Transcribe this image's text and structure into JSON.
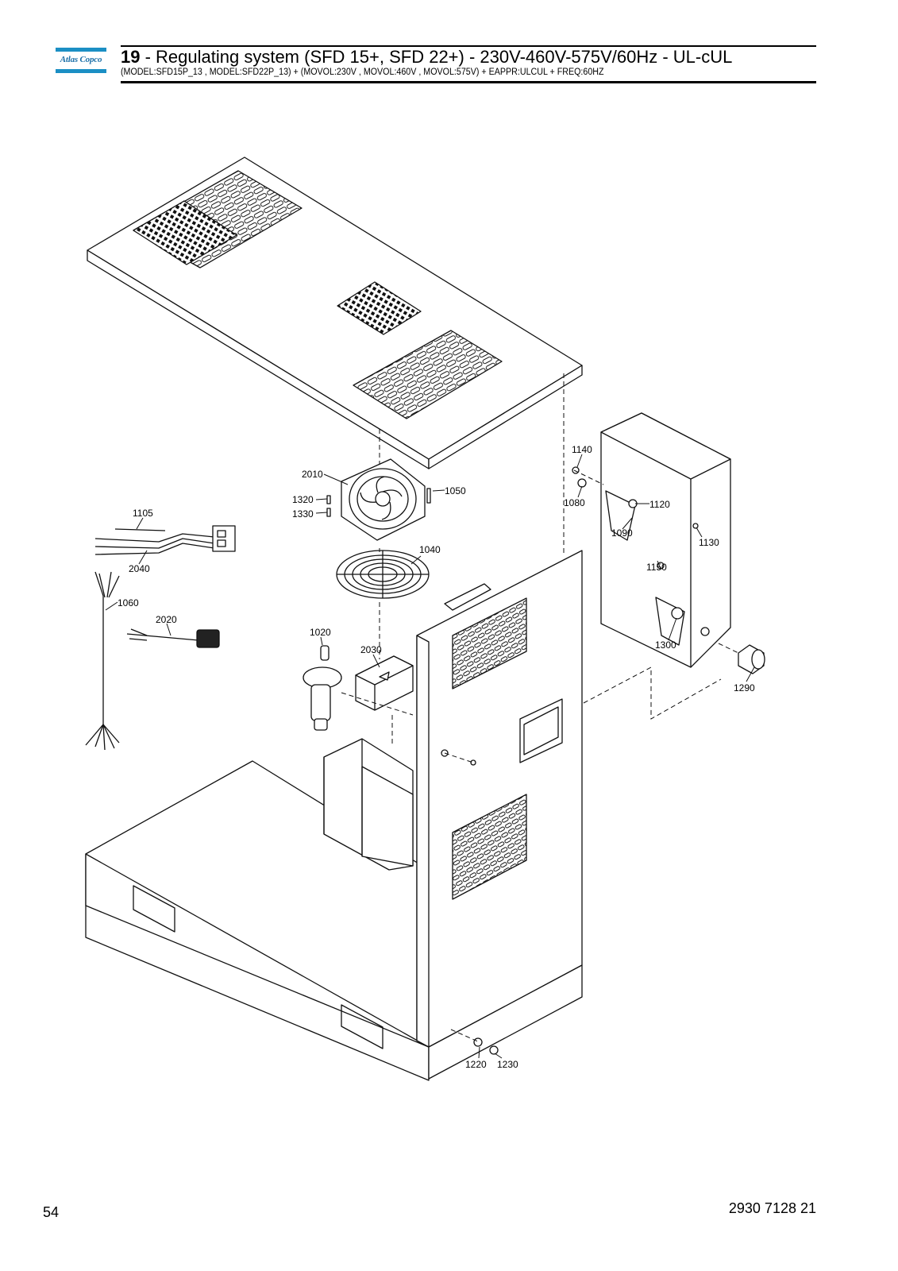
{
  "header": {
    "logo_text": "Atlas Copco",
    "section_number": "19",
    "title_rest": " - Regulating system (SFD 15+, SFD 22+) - 230V-460V-575V/60Hz - UL-cUL",
    "subtitle": "(MODEL:SFD15P_13 , MODEL:SFD22P_13) + (MOVOL:230V , MOVOL:460V , MOVOL:575V) + EAPPR:ULCUL + FREQ:60HZ"
  },
  "footer": {
    "page_number": "54",
    "document_number": "2930 7128 21"
  },
  "diagram": {
    "part_labels": [
      "1140",
      "1080",
      "1120",
      "1090",
      "1130",
      "1150",
      "1300",
      "1290",
      "2010",
      "1050",
      "1320",
      "1330",
      "1040",
      "1105",
      "2040",
      "1060",
      "2020",
      "1020",
      "2030",
      "1220",
      "1230"
    ]
  }
}
